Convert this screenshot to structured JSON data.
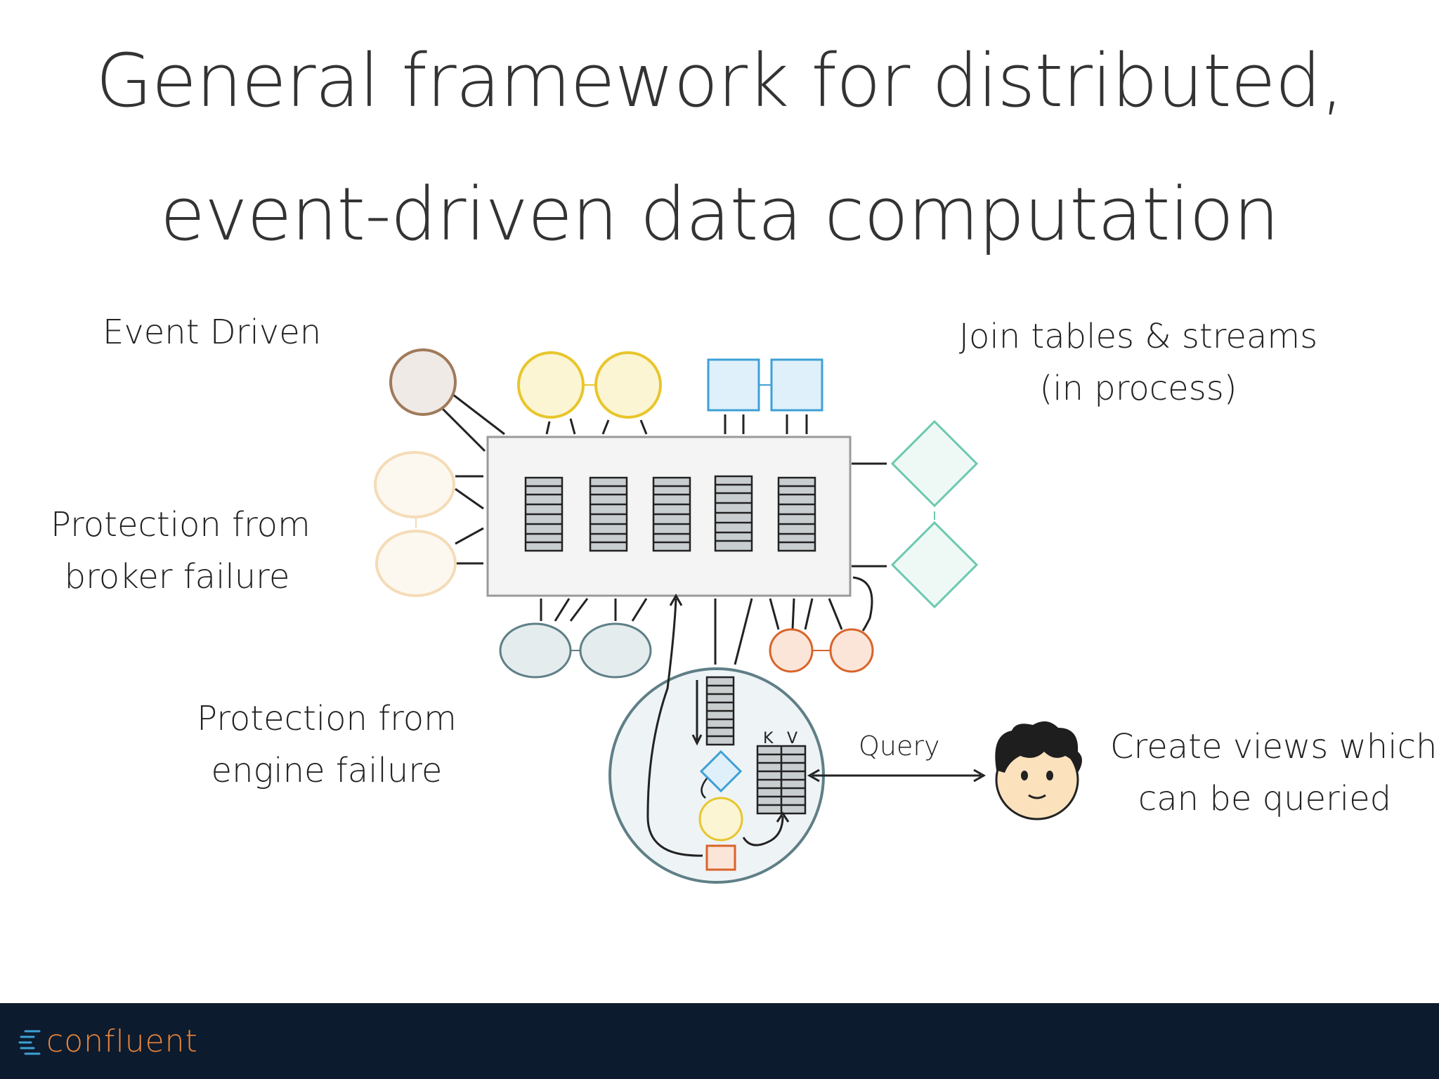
{
  "title": "General framework for distributed, event-driven data computation",
  "labels": {
    "event_driven": "Event Driven",
    "join_line1": "Join tables & streams",
    "join_line2": "(in process)",
    "broker_line1": "Protection from",
    "broker_line2": "broker failure",
    "engine_line1": "Protection from",
    "engine_line2": "engine failure",
    "views_line1": "Create views which",
    "views_line2": "can be queried",
    "query": "Query",
    "kv_k": "K",
    "kv_v": "V"
  },
  "footer": {
    "brand": "confluent",
    "brand_color": "#e9853a",
    "background": "#0d1b2e"
  },
  "colors": {
    "brown": "#a07a5a",
    "yellow": "#e8c62c",
    "blue": "#3ea0d6",
    "teal": "#6cc8b0",
    "peach": "#f4dcb8",
    "slate": "#5f7f86",
    "orange": "#d8642a"
  }
}
